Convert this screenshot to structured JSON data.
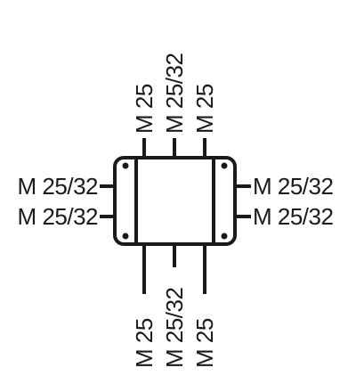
{
  "diagram": {
    "top_entries": [
      {
        "label": "M 25"
      },
      {
        "label": "M 25/32"
      },
      {
        "label": "M 25"
      }
    ],
    "bottom_entries": [
      {
        "label": "M 25"
      },
      {
        "label": "M 25/32"
      },
      {
        "label": "M 25"
      }
    ],
    "left_entries": [
      {
        "label": "M 25/32"
      },
      {
        "label": "M 25/32"
      }
    ],
    "right_entries": [
      {
        "label": "M 25/32"
      },
      {
        "label": "M 25/32"
      }
    ],
    "colors": {
      "stroke": "#1a1a1a",
      "background": "#ffffff"
    }
  }
}
